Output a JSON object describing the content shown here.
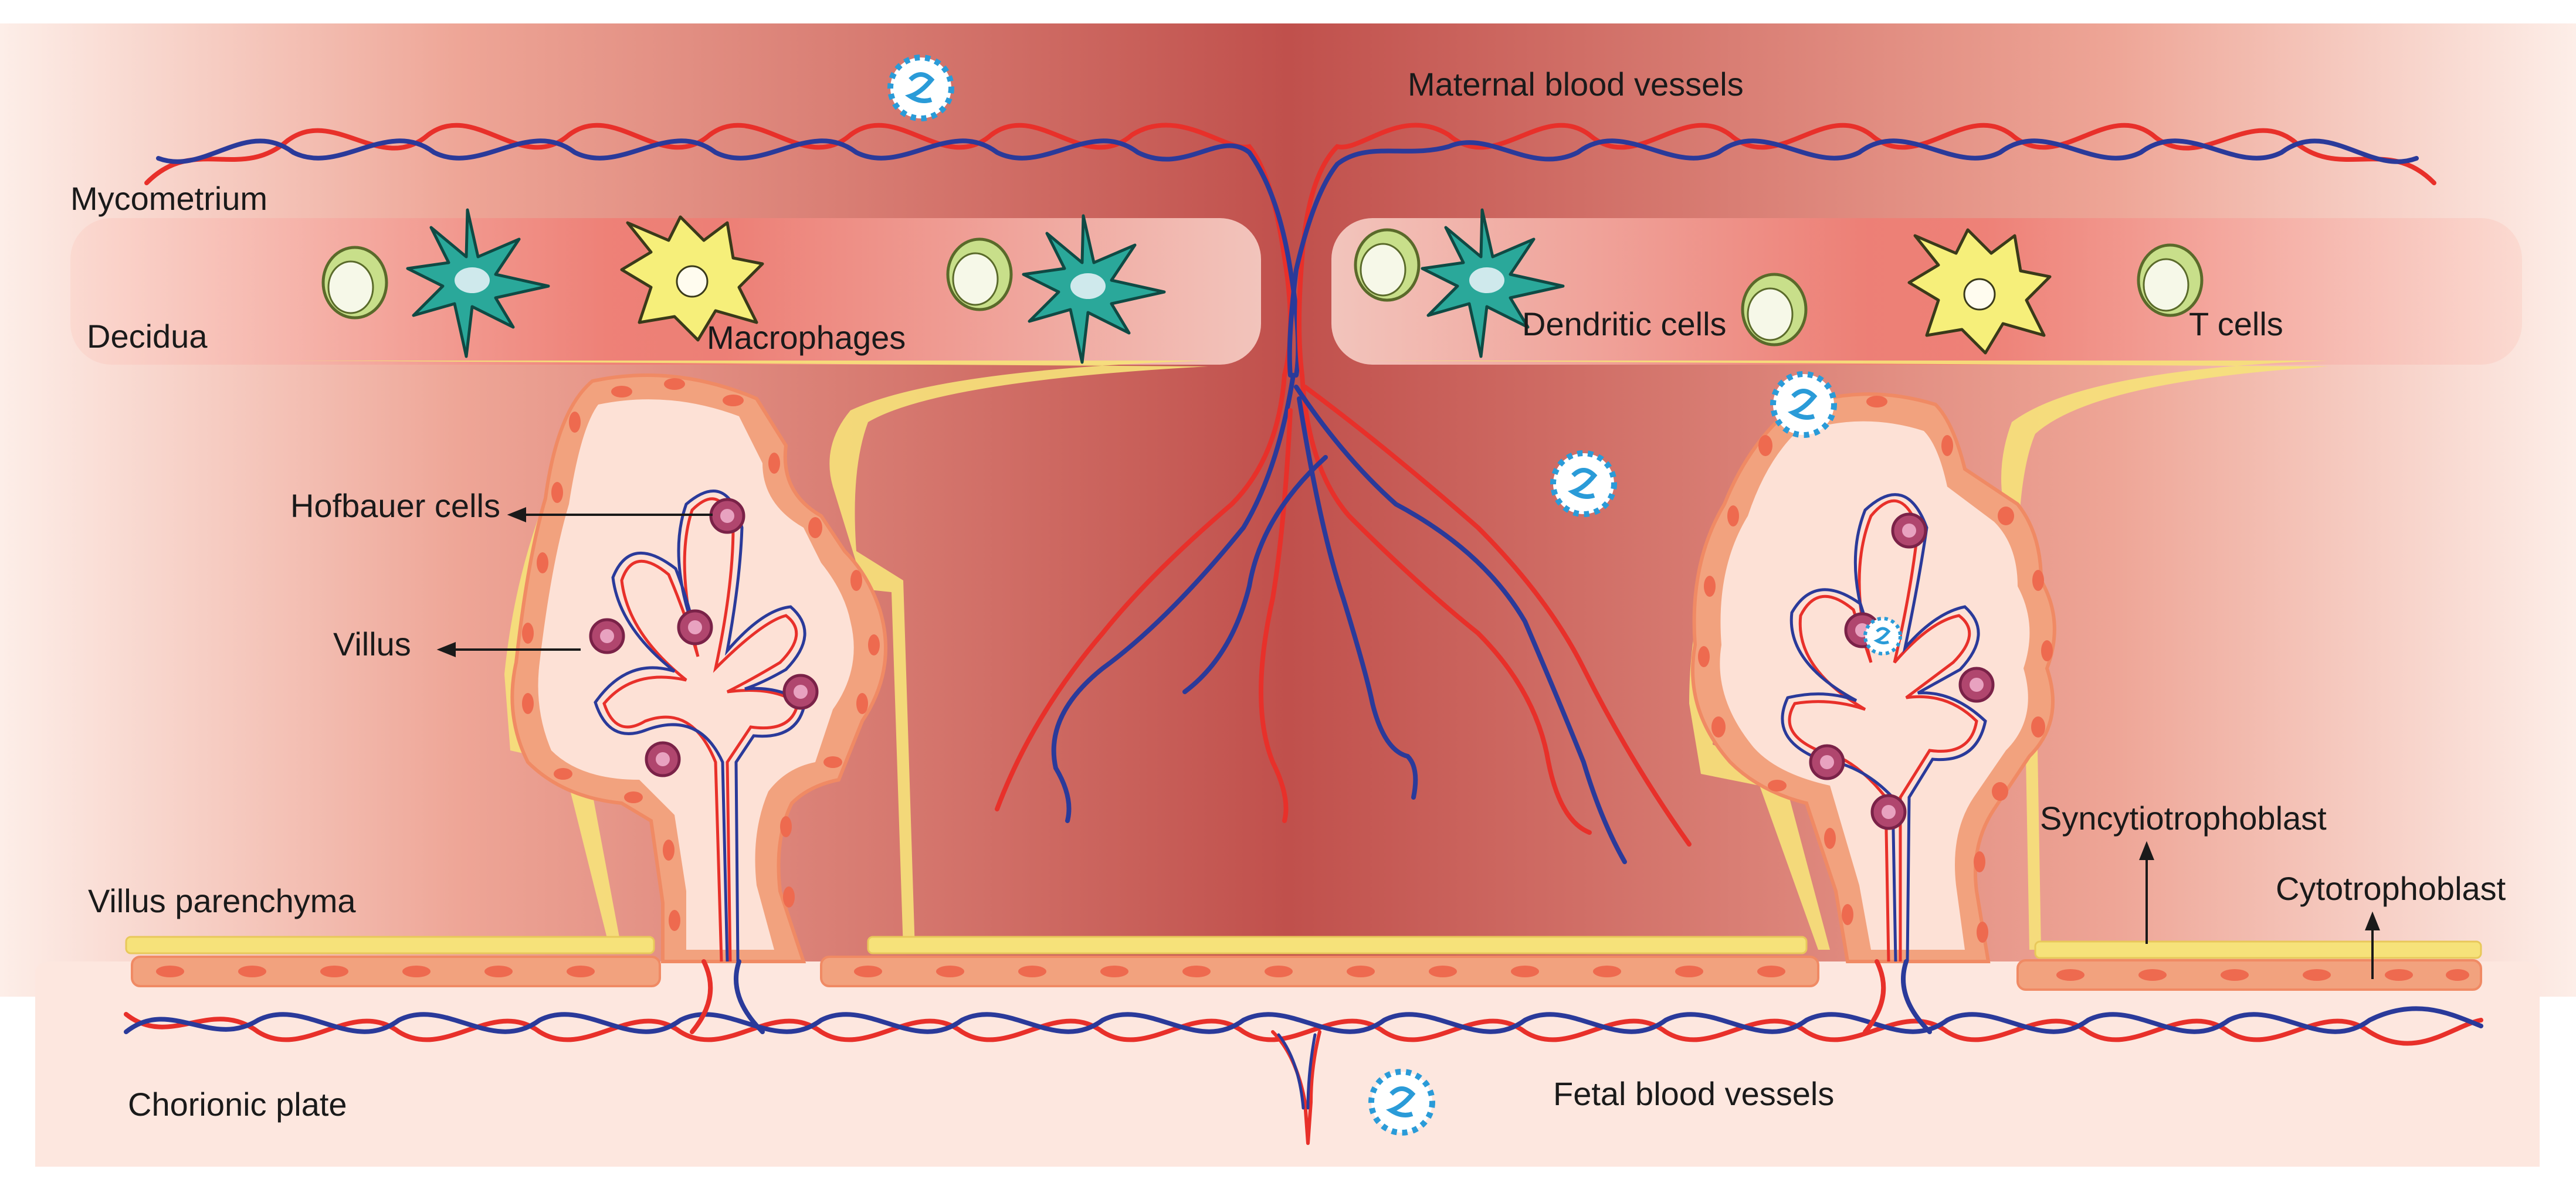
{
  "labels": {
    "myometrium": "Mycometrium",
    "decidua": "Decidua",
    "macrophages": "Macrophages",
    "maternal_blood_vessels": "Maternal blood vessels",
    "dendritic_cells": "Dendritic cells",
    "t_cells": "T cells",
    "hofbauer_cells": "Hofbauer cells",
    "villus": "Villus",
    "villus_parenchyma": "Villus parenchyma",
    "chorionic_plate": "Chorionic plate",
    "fetal_blood_vessels": "Fetal blood vessels",
    "syncytiotrophoblast": "Syncytiotrophoblast",
    "cytotrophoblast": "Cytotrophoblast"
  },
  "colors": {
    "artery": "#e8302a",
    "vein": "#2a3a9a",
    "syncytio": "#f6e27a",
    "cytotropho": "#f2a27e",
    "nucleus": "#ee6a4f",
    "macrophage": "#f6ef7a",
    "dendritic": "#2aa89a",
    "t_cell": "#c8df8a",
    "hofbauer": "#b0466e",
    "virus": "#2a9bd8"
  }
}
